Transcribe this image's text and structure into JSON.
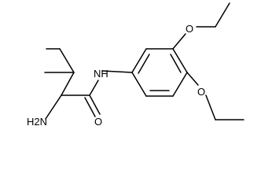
{
  "diagram": {
    "type": "chemical-structure",
    "background_color": "#ffffff",
    "line_color": "#000000",
    "atom_labels": {
      "amine": "H2N",
      "amide_nh": "NH",
      "carbonyl_o": "O",
      "ether_o_upper": "O",
      "ether_o_lower": "O"
    }
  }
}
